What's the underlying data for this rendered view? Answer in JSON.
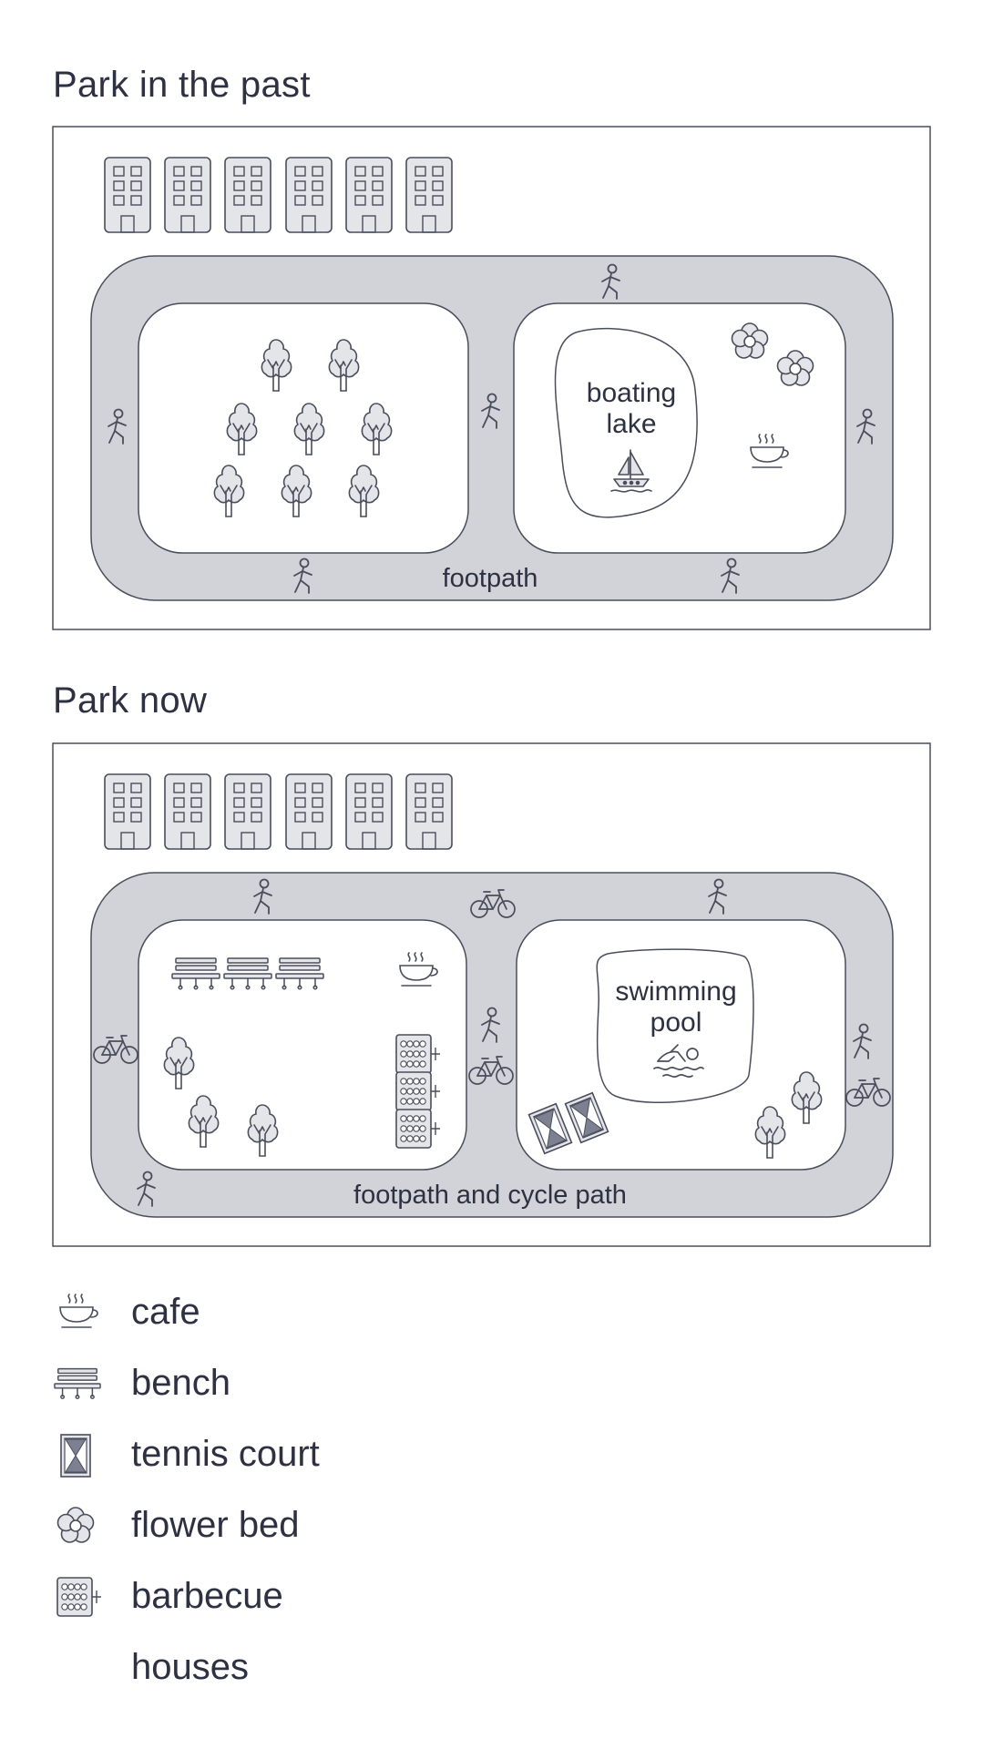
{
  "maps": {
    "past": {
      "title": "Park in the past",
      "path_label": "footpath",
      "lake_label_line1": "boating",
      "lake_label_line2": "lake"
    },
    "now": {
      "title": "Park now",
      "path_label": "footpath and cycle path",
      "pool_label_line1": "swimming",
      "pool_label_line2": "pool"
    }
  },
  "legend": {
    "items": [
      {
        "icon": "cafe-icon",
        "label": "cafe"
      },
      {
        "icon": "bench-icon",
        "label": "bench"
      },
      {
        "icon": "tennis-court-icon",
        "label": "tennis court"
      },
      {
        "icon": "flower-bed-icon",
        "label": "flower bed"
      },
      {
        "icon": "barbecue-icon",
        "label": "barbecue"
      },
      {
        "icon": "houses-icon",
        "label": "houses"
      }
    ]
  },
  "colors": {
    "ink": "#4a4d5c",
    "path_fill": "#d2d3d8",
    "building_fill": "#e4e5e9",
    "background": "#ffffff"
  }
}
